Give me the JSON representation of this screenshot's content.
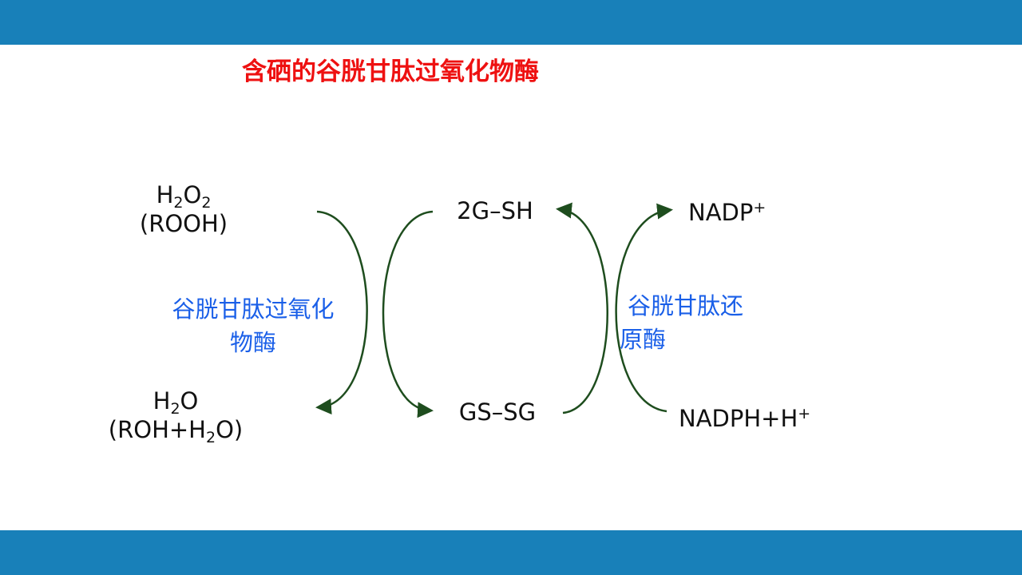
{
  "title": "含硒的谷胱甘肽过氧化物酶",
  "left_top": {
    "formula_main": "H",
    "sub1": "2",
    "o": "O",
    "sub2": "2",
    "alt": "(ROOH)"
  },
  "left_bottom": {
    "h": "H",
    "sub": "2",
    "o": "O",
    "alt_pre": "(ROH+H",
    "alt_sub": "2",
    "alt_post": "O)"
  },
  "center_top": "2G–SH",
  "center_bottom": "GS–SG",
  "right_top": {
    "text": "NADP",
    "sup": "+"
  },
  "right_bottom": {
    "text": "NADPH+H",
    "sup": "+"
  },
  "enzyme_left": {
    "line1": "谷胱甘肽过氧化",
    "line2": "物酶"
  },
  "enzyme_right": {
    "line1": "谷胱甘肽还",
    "line2": "原酶"
  },
  "colors": {
    "bar": "#1880b9",
    "title": "#ee1111",
    "enzyme": "#1a5fe8",
    "arrow": "#1e4d1e"
  }
}
